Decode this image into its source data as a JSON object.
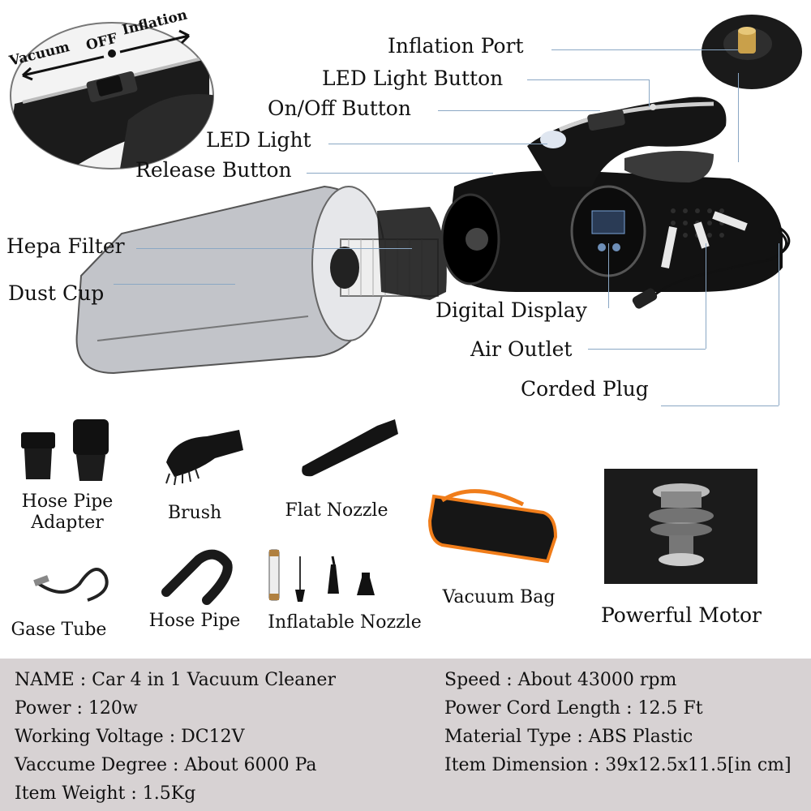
{
  "inset": {
    "left_label": "Vacuum",
    "center_label": "OFF",
    "right_label": "Inflation"
  },
  "callouts": {
    "inflation_port": "Inflation Port",
    "led_light_button": "LED Light Button",
    "on_off_button": "On/Off Button",
    "led_light": "LED Light",
    "release_button": "Release Button",
    "hepa_filter": "Hepa Filter",
    "dust_cup": "Dust Cup",
    "digital_display": "Digital Display",
    "air_outlet": "Air Outlet",
    "corded_plug": "Corded Plug"
  },
  "accessories": {
    "hose_pipe_adapter": [
      "Hose Pipe",
      "Adapter"
    ],
    "brush": "Brush",
    "flat_nozzle": "Flat Nozzle",
    "vacuum_bag": "Vacuum Bag",
    "powerful_motor": "Powerful Motor",
    "gase_tube": "Gase Tube",
    "hose_pipe": "Hose Pipe",
    "inflatable_nozzle": "Inflatable Nozzle"
  },
  "specs": {
    "left": [
      "NAME : Car 4 in 1 Vacuum Cleaner",
      "Power : 120w",
      "Working Voltage : DC12V",
      "Vaccume Degree : About 6000 Pa",
      "Item Weight : 1.5Kg"
    ],
    "right": [
      "Speed : About 43000 rpm",
      "Power Cord Length : 12.5 Ft",
      "Material Type : ABS Plastic",
      "Item Dimension : 39x12.5x11.5[in cm]"
    ]
  },
  "colors": {
    "spec_bg": "#d7d2d3",
    "callout_line": "#8aa7c4",
    "bag_accent": "#f07d1a"
  }
}
